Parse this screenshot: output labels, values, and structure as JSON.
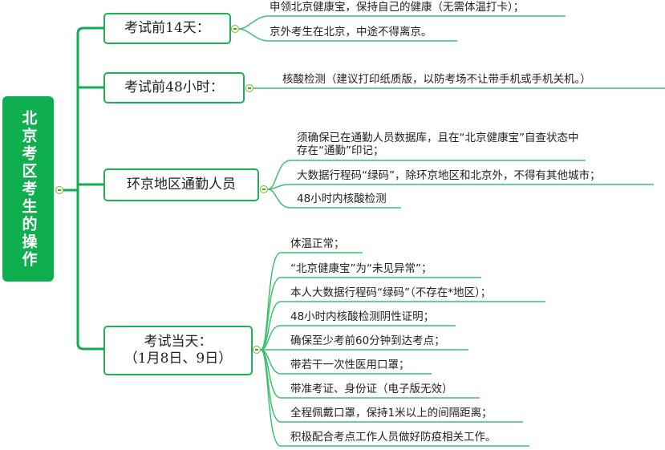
{
  "root": {
    "label": "北京考区考生的操作"
  },
  "colors": {
    "primary": "#0fae4f",
    "branch_border": "#1db054",
    "leaf_line": "#3fbf70",
    "toggle": "#7ab648"
  },
  "branches": [
    {
      "label": "考试前14天：",
      "leaves": [
        "申领北京健康宝，保持自己的健康（无需体温打卡）；",
        "京外考生在北京，中途不得离京。"
      ]
    },
    {
      "label": "考试前48小时：",
      "leaves": [
        "核酸检测（建议打印纸质版，以防考场不让带手机或手机关机。）"
      ]
    },
    {
      "label": "环京地区通勤人员",
      "leaves": [
        "须确保已在通勤人员数据库，且在“北京健康宝”自查状态中存在“通勤”印记；",
        "大数据行程码“绿码”，除环京地区和北京外，不得有其他城市；",
        "48小时内核酸检测"
      ]
    },
    {
      "label_line1": "考试当天：",
      "label_line2": "（1月8日、9日）",
      "leaves": [
        "体温正常；",
        "“北京健康宝”为“未见异常”；",
        "本人大数据行程码“绿码”（不存在*地区）；",
        "48小时内核酸检测阴性证明；",
        "确保至少考前60分钟到达考点；",
        "带若干一次性医用口罩；",
        "带准考证、身份证（电子版无效）",
        "全程佩戴口罩，保持1米以上的间隔距离；",
        "积极配合考点工作人员做好防疫相关工作。"
      ]
    }
  ]
}
